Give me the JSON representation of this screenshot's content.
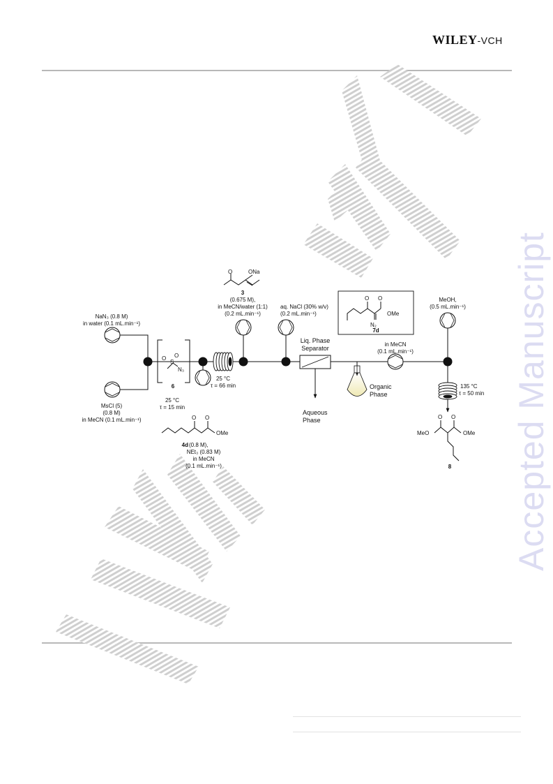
{
  "header": {
    "publisher_bold": "WILEY",
    "publisher_suffix": "-VCH"
  },
  "side_watermark": "Accepted Manuscript",
  "scheme": {
    "reagent_3": {
      "label": "3",
      "structure_ketone": "O",
      "structure_salt": "ONa",
      "conc": "(0.675 M),",
      "solvent": "in MeCN/water (1:1)",
      "flow": "(0.2 mL.min⁻¹)"
    },
    "nan3": {
      "line1": "NaN₃ (0.8 M)",
      "line2": "in water (0.1 mL.min⁻¹)"
    },
    "mscl": {
      "line1": "MsCl (5)",
      "line2": "(0.8 M)",
      "line3": "in MeCN (0.1 mL.min⁻¹)"
    },
    "intermediate_6": {
      "label": "6",
      "atom_o1": "O",
      "atom_s": "S",
      "atom_o2": "O",
      "atom_n3": "N₃"
    },
    "reactor1": {
      "temp": "25 °C",
      "time": "τ = 15 min"
    },
    "reactor2": {
      "temp": "25 °C",
      "time": "τ = 66 min"
    },
    "reagent_4d": {
      "atom_o1": "O",
      "atom_o2": "O",
      "ome": "OMe",
      "label": "4d",
      "conc": "(0.8 M),",
      "net3": "NEt₃ (0.83 M)",
      "solvent": "in MeCN",
      "flow": "(0.1 mL.min⁻¹)"
    },
    "nacl": {
      "line1": "aq. NaCl (30% w/v)",
      "line2": "(0.2 mL.min⁻¹)"
    },
    "separator": {
      "line1": "Liq. Phase",
      "line2": "Separator"
    },
    "aqueous": {
      "line1": "Aqueous",
      "line2": "Phase"
    },
    "organic": {
      "line1": "Organic",
      "line2": "Phase"
    },
    "product_7d": {
      "label": "7d",
      "atom_o1": "O",
      "atom_o2": "O",
      "ome": "OMe",
      "n2": "N₂"
    },
    "mecn_pump": {
      "line1": "in MeCN",
      "line2": "(0.1 mL.min⁻¹)"
    },
    "meoh": {
      "line1": "MeOH,",
      "line2": "(0.5 mL.min⁻¹)"
    },
    "reactor3": {
      "temp": "135 °C",
      "time": "τ = 50 min"
    },
    "product_8": {
      "label": "8",
      "atom_o1": "O",
      "atom_o2": "O",
      "meo": "MeO",
      "ome": "OMe"
    }
  }
}
